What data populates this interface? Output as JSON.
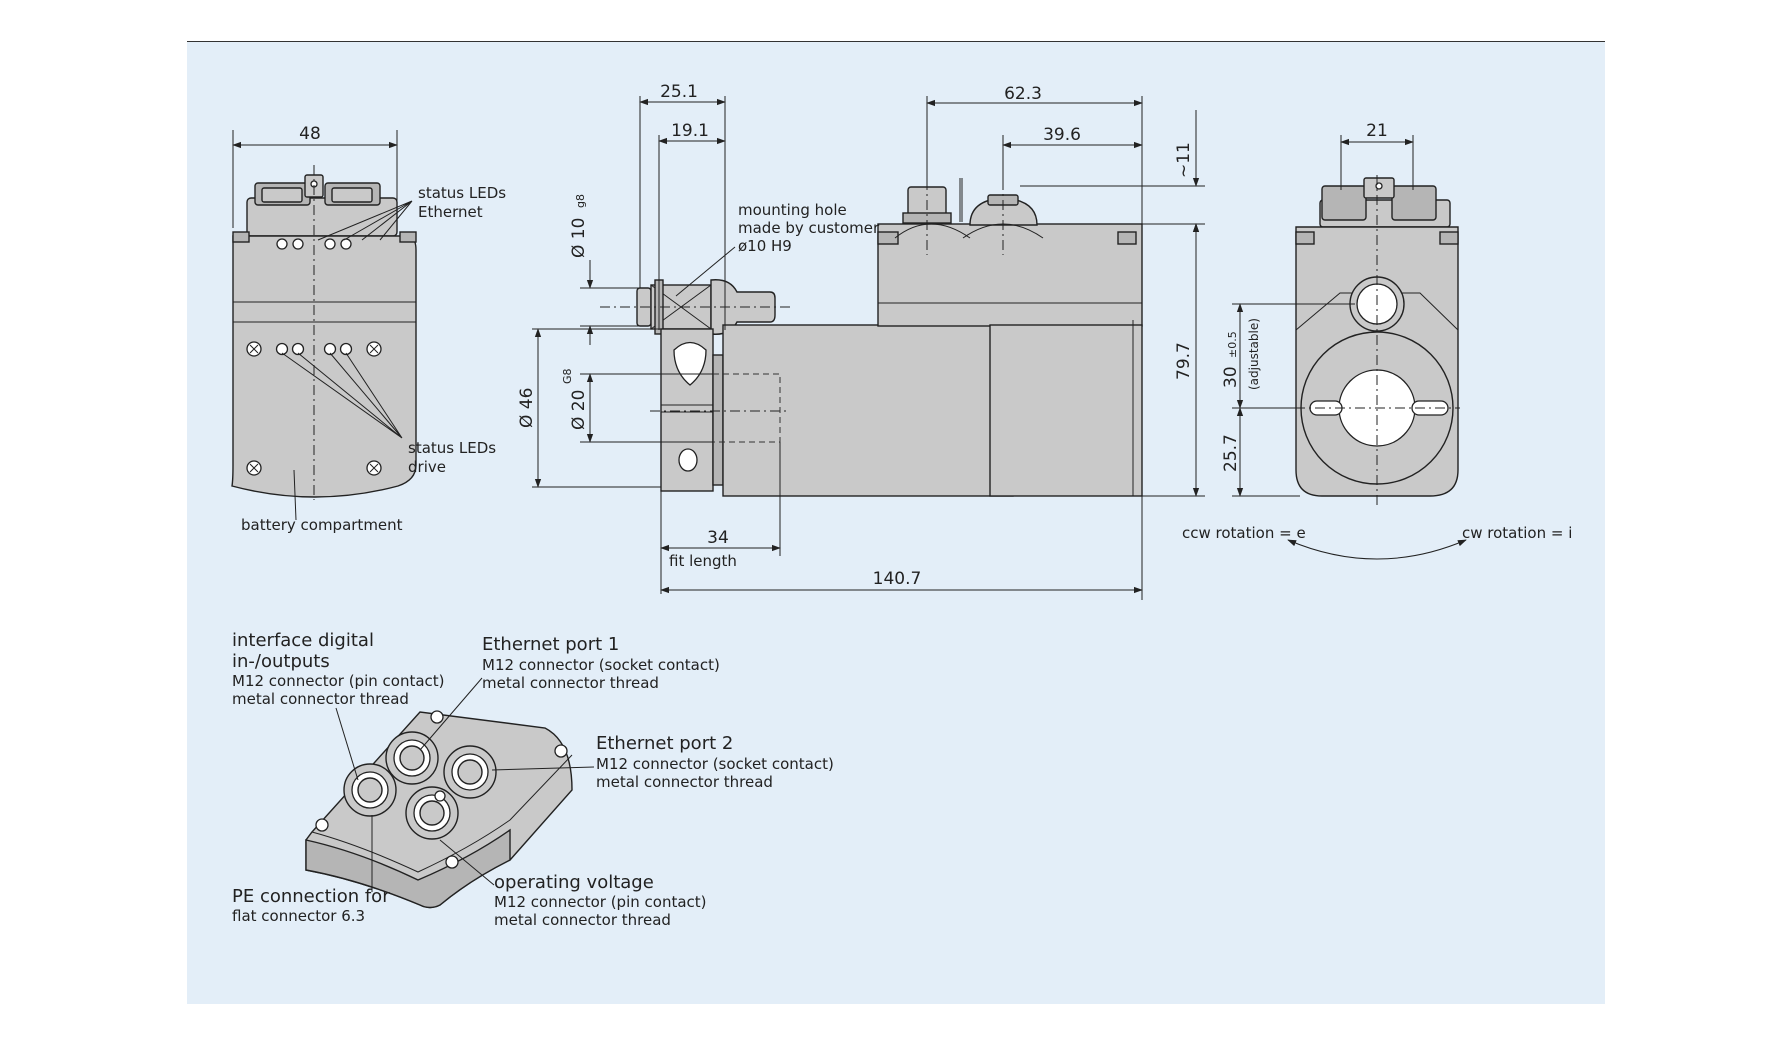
{
  "dimensions": {
    "w48": "48",
    "d25_1": "25.1",
    "d19_1": "19.1",
    "d62_3": "62.3",
    "d39_6": "39.6",
    "d11": "~11",
    "d21": "21",
    "dia10": "Ø 10",
    "dia10_tol": "g8",
    "dia46": "Ø 46",
    "dia20": "Ø 20",
    "dia20_tol": "G8",
    "h79_7": "79.7",
    "h30": "30",
    "h30_tol": "±0.5",
    "h30_note": "(adjustable)",
    "h25_7": "25.7",
    "fit34": "34",
    "len140_7": "140.7"
  },
  "labels": {
    "status_leds_ethernet_1": "status LEDs",
    "status_leds_ethernet_2": "Ethernet",
    "status_leds_drive_1": "status LEDs",
    "status_leds_drive_2": "drive",
    "battery": "battery compartment",
    "mounting_1": "mounting hole",
    "mounting_2": "made by customer",
    "mounting_3": "ø10 H9",
    "fit_length": "fit length",
    "ccw": "ccw rotation = e",
    "cw": "cw rotation = i"
  },
  "callouts": {
    "interface": {
      "title1": "interface digital",
      "title2": "in-/outputs",
      "line1": "M12 connector (pin contact)",
      "line2": "metal connector thread"
    },
    "eth1": {
      "title": "Ethernet port 1",
      "line1": "M12 connector (socket contact)",
      "line2": "metal connector thread"
    },
    "eth2": {
      "title": "Ethernet port 2",
      "line1": "M12 connector (socket contact)",
      "line2": "metal connector thread"
    },
    "pe": {
      "title": "PE connection for",
      "line1": "flat connector 6.3"
    },
    "voltage": {
      "title": "operating voltage",
      "line1": "M12 connector (pin contact)",
      "line2": "metal connector thread"
    }
  },
  "colors": {
    "background": "#e3eef8",
    "part": "#c9c9c9",
    "line": "#222222"
  }
}
